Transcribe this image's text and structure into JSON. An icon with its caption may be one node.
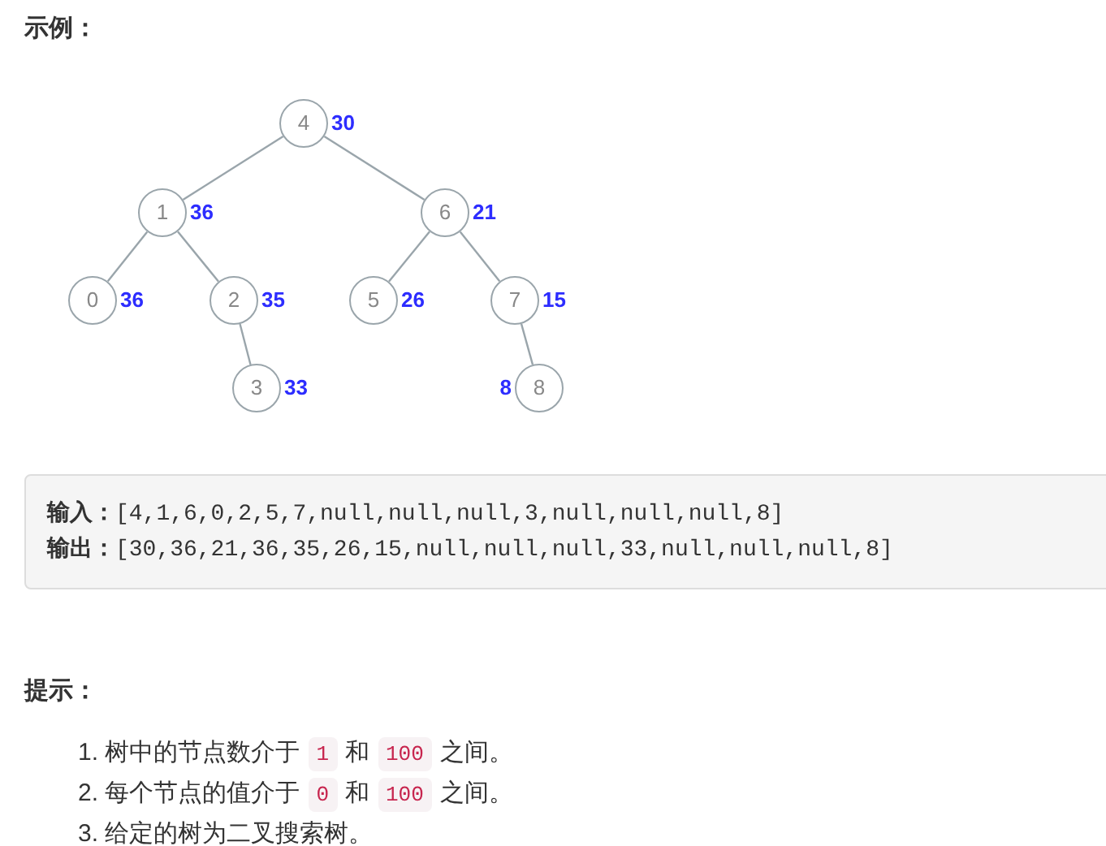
{
  "diagram": {
    "title": "示例：",
    "nodes": [
      {
        "text": [
          "4"
        ],
        "beside": [
          "30"
        ]
      },
      {
        "text": [
          "1"
        ],
        "beside": [
          "36"
        ]
      },
      {
        "text": [
          "6"
        ],
        "beside": [
          "21"
        ]
      },
      {
        "text": [
          "0"
        ],
        "beside": [
          "36"
        ]
      },
      {
        "text": [
          "2"
        ],
        "beside": [
          "35"
        ]
      },
      {
        "text": [
          "5"
        ],
        "beside": [
          "26"
        ]
      },
      {
        "text": [
          "7"
        ],
        "beside": [
          "15"
        ]
      },
      {
        "text": [
          "3"
        ],
        "beside": [
          "33"
        ]
      },
      {
        "text": [
          "8"
        ],
        "beside": [
          "8"
        ]
      }
    ],
    "edges": [
      {
        "from": 0,
        "to": 1,
        "arrow": "none"
      },
      {
        "from": 0,
        "to": 2,
        "arrow": "none"
      },
      {
        "from": 1,
        "to": 3,
        "arrow": "none"
      },
      {
        "from": 1,
        "to": 4,
        "arrow": "none"
      },
      {
        "from": 2,
        "to": 5,
        "arrow": "none"
      },
      {
        "from": 2,
        "to": 6,
        "arrow": "none"
      },
      {
        "from": 4,
        "to": 7,
        "arrow": "none"
      },
      {
        "from": 6,
        "to": 8,
        "arrow": "none"
      }
    ],
    "labels": [
      "**输入：**[4,1,6,0,2,5,7,null,null,null,3,null,null,null,8]",
      "**输出：**[30,36,21,36,35,26,15,null,null,null,33,null,null,null,8]",
      "提示：",
      "1. 树中的节点数介于",
      "1",
      "和",
      "100",
      "之间。",
      "2. 每个节点的值介于",
      "0",
      "和",
      "100",
      "之间。",
      "3. 给定的树为二叉搜索树。"
    ]
  }
}
